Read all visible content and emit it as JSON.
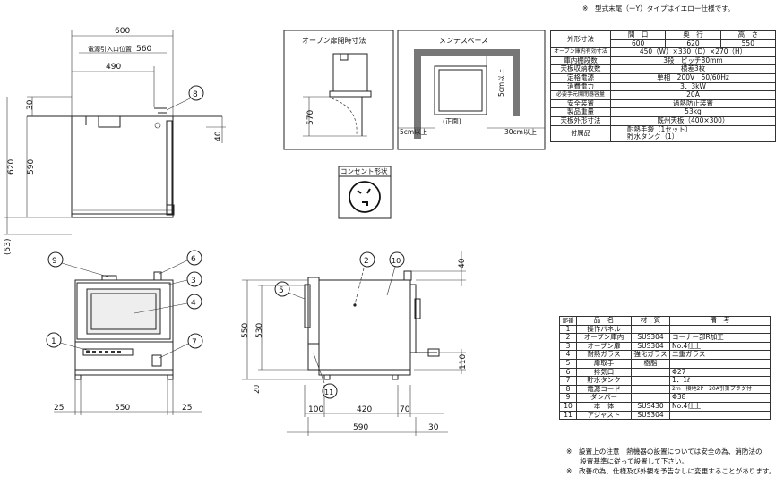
{
  "header_note": "※　型式末尾（ーY）タイプはイエロー仕様です。",
  "front": {
    "dims": {
      "w600": "600",
      "w560": "560",
      "w490": "490",
      "h30": "30",
      "h40": "40",
      "h620": "620",
      "h590": "590",
      "h53": "(53)"
    },
    "cord_label": "電源引入口位置",
    "callout": "8"
  },
  "door_open": {
    "title": "オープン扉開時寸法",
    "h570": "570"
  },
  "maintenance": {
    "title": "メンテスペース",
    "top": "5cm以上",
    "left": "5cm以上",
    "right": "30cm以上",
    "front": "(正面)"
  },
  "outlet": {
    "title": "コンセント形状"
  },
  "spec_table": {
    "header": [
      "間　口",
      "奥　行",
      "高　さ"
    ],
    "rows": [
      {
        "label": "外形寸法",
        "values": [
          "600",
          "620",
          "550"
        ]
      },
      {
        "label": "オーブン庫内有効寸法",
        "value": "450（W）×330（D）×270（H）"
      },
      {
        "label": "庫内棚段数",
        "value": "3段　ピッチ80mm"
      },
      {
        "label": "天板収納枚数",
        "value": "横差3枚"
      },
      {
        "label": "定格電源",
        "value": "単相　200V　50/60Hz"
      },
      {
        "label": "消費電力",
        "value": "3．3kW"
      },
      {
        "label": "必要手元開閉器容量",
        "value": "20A"
      },
      {
        "label": "安全装置",
        "value": "過熱防止装置"
      },
      {
        "label": "製品重量",
        "value": "53kg"
      },
      {
        "label": "天板外形寸法",
        "value": "既州天板（400×300）"
      },
      {
        "label": "付属品",
        "lines": [
          "耐熱手袋（1セット）",
          "貯水タンク（1）"
        ]
      }
    ]
  },
  "elevation": {
    "callouts": [
      "9",
      "6",
      "3",
      "4",
      "1",
      "7"
    ],
    "dims": {
      "w25a": "25",
      "w550": "550",
      "w25b": "25"
    }
  },
  "side": {
    "callouts": [
      "5",
      "2",
      "10",
      "11"
    ],
    "dims": {
      "h40": "40",
      "h550": "550",
      "h530": "530",
      "h20": "20",
      "h110": "110",
      "d100": "100",
      "d420": "420",
      "d70": "70",
      "d590": "590",
      "d30": "30"
    }
  },
  "parts_table": {
    "header": [
      "部番",
      "品　名",
      "材　質",
      "備　考"
    ],
    "rows": [
      [
        "1",
        "操作パネル",
        "",
        ""
      ],
      [
        "2",
        "オーブン庫内",
        "SUS304",
        "コーナー部R加工"
      ],
      [
        "3",
        "オーブン扉",
        "SUS304",
        "No.4仕上"
      ],
      [
        "4",
        "耐熱ガラス",
        "強化ガラス",
        "二重ガラス"
      ],
      [
        "5",
        "扉取手",
        "樹脂",
        ""
      ],
      [
        "6",
        "排気口",
        "",
        "Φ27"
      ],
      [
        "7",
        "貯水タンク",
        "",
        "1．1ℓ"
      ],
      [
        "8",
        "電源コード",
        "",
        "2m　接地2P　20A引掛プラグ付"
      ],
      [
        "9",
        "ダンパー",
        "",
        "Φ38"
      ],
      [
        "10",
        "本　体",
        "SUS430",
        "No.4仕上"
      ],
      [
        "11",
        "アジャスト",
        "SUS304",
        ""
      ]
    ]
  },
  "notes": [
    "※　設置上の注意　熱機器の設置については安全の為、消防法の",
    "　　設置基準に従って設置して下さい。",
    "※　改善の為、仕様及び外観を予告なしに変更することがあります。"
  ]
}
